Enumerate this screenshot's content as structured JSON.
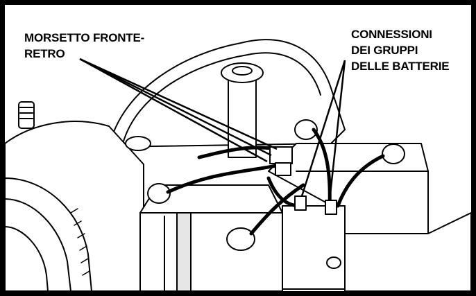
{
  "figure": {
    "callouts": {
      "left": {
        "lines": [
          "MORSETTO FRONTE-",
          "RETRO"
        ]
      },
      "right": {
        "lines": [
          "CONNESSIONI",
          "DEI GRUPPI",
          "DELLE BATTERIE"
        ]
      }
    },
    "colors": {
      "ink": "#000000",
      "paper": "#ffffff",
      "shade": "#e6e6e6"
    }
  }
}
